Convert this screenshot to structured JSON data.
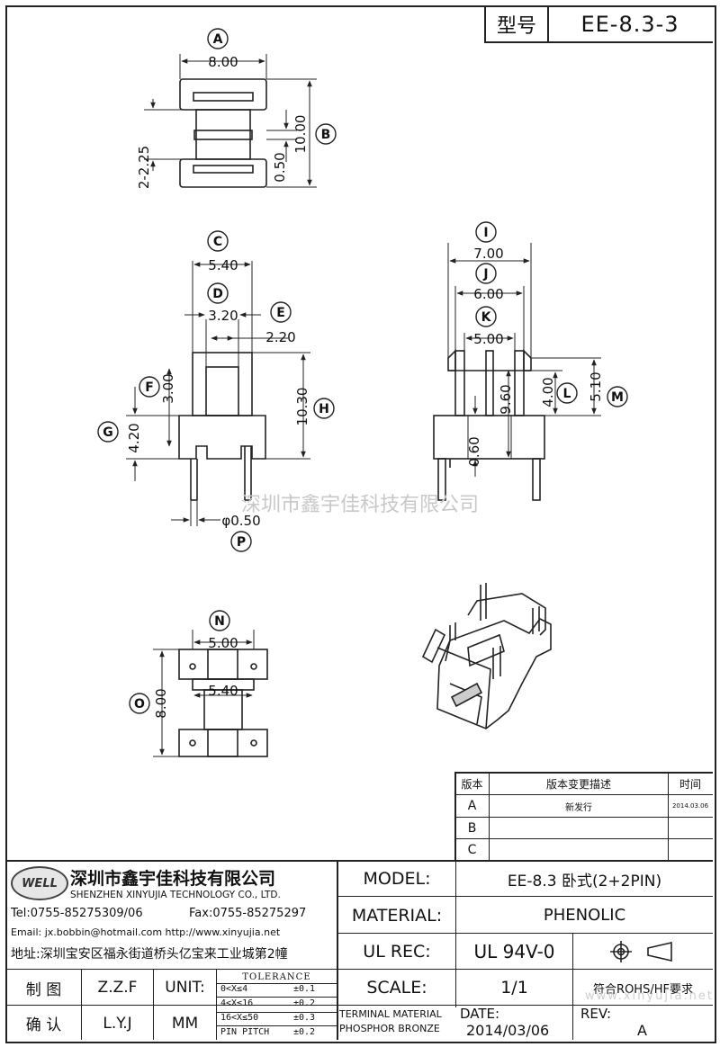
{
  "header": {
    "type_label": "型号",
    "type_value": "EE-8.3-3"
  },
  "dimensions": {
    "A": {
      "letter": "A",
      "value": "8.00"
    },
    "B": {
      "letter": "B",
      "value": "10.00"
    },
    "B_left": "2-2.25",
    "B_mid": "0.50",
    "C": {
      "letter": "C",
      "value": "5.40"
    },
    "D": {
      "letter": "D",
      "value": "3.20"
    },
    "E": {
      "letter": "E",
      "value": "2.20"
    },
    "F": {
      "letter": "F",
      "value": "3.00"
    },
    "G": {
      "letter": "G",
      "value": "4.20"
    },
    "H": {
      "letter": "H",
      "value": "10.30"
    },
    "P": {
      "letter": "P",
      "value": "φ0.50"
    },
    "I": {
      "letter": "I",
      "value": "7.00"
    },
    "J": {
      "letter": "J",
      "value": "6.00"
    },
    "K": {
      "letter": "K",
      "value": "5.00"
    },
    "L": {
      "letter": "L",
      "value": "4.00"
    },
    "M": {
      "letter": "M",
      "value": "5.10"
    },
    "side_height": "9.60",
    "side_gap": "0.60",
    "N": {
      "letter": "N",
      "value": "5.00"
    },
    "N_inner": "5.40",
    "O": {
      "letter": "O",
      "value": "8.00"
    }
  },
  "watermark": "深圳市鑫宇佳科技有限公司",
  "watermark_url": "www.xinyujia.net",
  "revision_table": {
    "headers": [
      "版本",
      "版本变更描述",
      "时间"
    ],
    "rows": [
      {
        "rev": "A",
        "desc": "新发行",
        "date": "2014.03.06"
      },
      {
        "rev": "B",
        "desc": "",
        "date": ""
      },
      {
        "rev": "C",
        "desc": "",
        "date": ""
      }
    ]
  },
  "company": {
    "logo_text": "WELL",
    "name_cn": "深圳市鑫宇佳科技有限公司",
    "name_en": "SHENZHEN XINYUJIA TECHNOLOGY CO., LTD.",
    "tel": "Tel:0755-85275309/06",
    "fax": "Fax:0755-85275297",
    "email": "Email: jx.bobbin@hotmail.com http://www.xinyujia.net",
    "address": "地址:深圳宝安区福永街道桥头亿宝来工业城第2幢"
  },
  "title_block": {
    "model_label": "MODEL:",
    "model_value": "EE-8.3 卧式(2+2PIN)",
    "material_label": "MATERIAL:",
    "material_value": "PHENOLIC",
    "ulrec_label": "UL REC:",
    "ulrec_value": "UL 94V-0",
    "scale_label": "SCALE:",
    "scale_value": "1/1",
    "rohs": "符合ROHS/HF要求",
    "draw_label": "制 图",
    "draw_value": "Z.Z.F",
    "check_label": "确 认",
    "check_value": "L.Y.J",
    "unit_label": "UNIT:",
    "unit_value": "MM",
    "tolerance_title": "TOLERANCE",
    "tolerance_rows": [
      {
        "range": "0<X≤4",
        "tol": "±0.1"
      },
      {
        "range": "4<X≤16",
        "tol": "±0.2"
      },
      {
        "range": "16<X≤50",
        "tol": "±0.3"
      },
      {
        "range": "PIN PITCH",
        "tol": "±0.2"
      }
    ],
    "terminal_line1": "TERMINAL MATERIAL",
    "terminal_line2": "PHOSPHOR BRONZE",
    "date_label": "DATE:",
    "date_value": "2014/03/06",
    "rev_label": "REV:",
    "rev_value": "A"
  }
}
